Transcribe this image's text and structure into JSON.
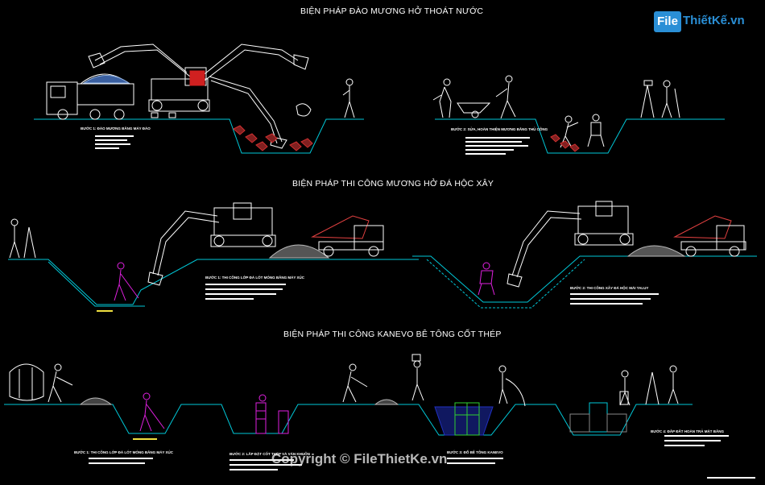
{
  "titles": {
    "section1": "BIỆN PHÁP ĐÀO MƯƠNG HỞ THOÁT NƯỚC",
    "section2": "BIỆN PHÁP THI CÔNG MƯƠNG HỞ ĐÁ HỘC XÂY",
    "section3": "BIỆN PHÁP THI CÔNG KANEVO BÊ TÔNG CỐT THÉP"
  },
  "captions": {
    "c1": "BƯỚC 1: ĐÀO MƯƠNG BẰNG MÁY ĐÀO",
    "c2": "BƯỚC 2: SỬA, HOÀN THIỆN MƯƠNG BẰNG THỦ CÔNG",
    "c3": "BƯỚC 1: THI CÔNG LỚP ĐÁ LÓT MÓNG BẰNG MÁY XÚC",
    "c4": "BƯỚC 2: THI CÔNG XÂY ĐÁ HỘC MÁI TALUY",
    "c5": "BƯỚC 1: THI CÔNG LỚP ĐÁ LÓT MÓNG BẰNG MÁY XÚC",
    "c6": "BƯỚC 2: LẮP ĐẶT CỐT THÉP VÀ VÁN KHUÔN",
    "c7": "BƯỚC 3: ĐỔ BÊ TÔNG KANEVO",
    "c8": "BƯỚC 4: ĐẮP ĐẤT HOÀN TRẢ MẶT BẰNG"
  },
  "logo": {
    "file": "File",
    "rest": "ThiếtKế.vn"
  },
  "watermark": "Copyright © FileThietKe.vn",
  "colors": {
    "ground": "#00c8d8",
    "machine": "#ffffff",
    "worker_active": "#e020e0",
    "rubble": "#d03030",
    "rebar": "#30d030",
    "concrete": "#2030c0",
    "caption_bar": "#ffffff",
    "accent_yellow": "#f0e040",
    "truck_bed": "#e04040"
  }
}
